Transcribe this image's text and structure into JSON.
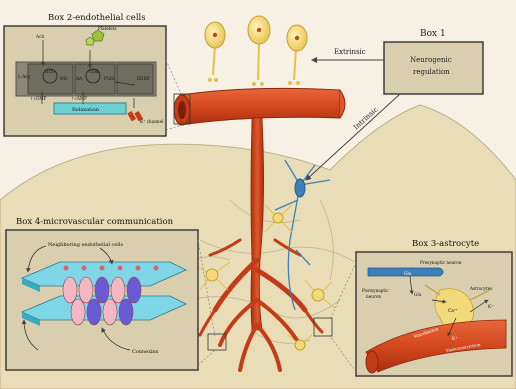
{
  "box1": {
    "title": "Box 1",
    "body_line1": "Neurogenic",
    "body_line2": "regulation"
  },
  "arrows": {
    "extrinsic": "Extrinsic",
    "intrinsic": "Intrinsic"
  },
  "box2": {
    "title": "Box 2-endothelial cells",
    "ach": "Ach",
    "platelets": "Platelets",
    "l_arg": "L-Arg",
    "nos": "NOS",
    "no": "NO",
    "aa": "AA",
    "cox": "COX",
    "pgi2": "PGI2",
    "edhf": "EDHF",
    "cgmp": "↑cGMP",
    "camp": "↑cAMP",
    "relaxation": "Relaxation",
    "k_channel": "K⁺ channel"
  },
  "box3": {
    "title": "Box 3-astrocyte",
    "presynaptic": "Presynaptic neuron",
    "glu1": "Glu",
    "postsynaptic_line1": "Postsynaptic",
    "postsynaptic_line2": "neuron",
    "glu2": "Glu",
    "astrocytes": "Astrocytes",
    "ca": "Ca²⁺",
    "k": "K⁺",
    "vasodilation": "Vasodilation",
    "k_lower": "K⁺",
    "vasoconstriction": "Vasoconstriction"
  },
  "box4": {
    "title": "Box 4-microvascular communication",
    "neighboring": "Neighboring endothelial cells",
    "connexins": "Connexins"
  },
  "colors": {
    "vessel": "#d4471f",
    "box_bg": "#d9cfae",
    "hill": "#e8dcb5",
    "neuron": "#f2d97a",
    "blue_neuron": "#3d7fb8"
  }
}
